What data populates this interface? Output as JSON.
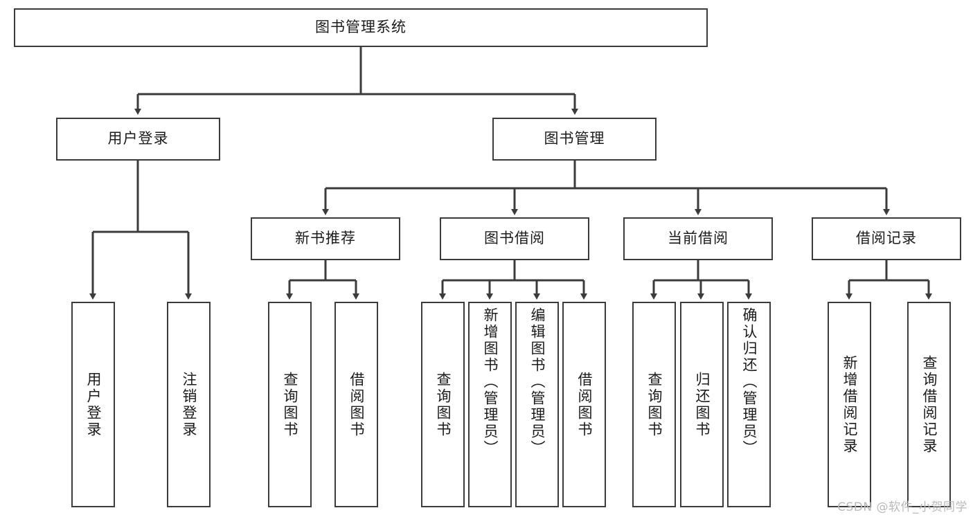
{
  "diagram": {
    "type": "tree-hierarchy",
    "title": "图书管理系统",
    "watermark": "CSDN @软件_小贺同学",
    "colors": {
      "box_border": "#3b3b3b",
      "connector": "#3b3b3b",
      "text": "#1b1b1b",
      "background": "#ffffff",
      "watermark": "#b9b9b9"
    },
    "root": {
      "label": "图书管理系统",
      "orientation": "horizontal"
    },
    "level2": [
      {
        "label": "用户登录",
        "orientation": "horizontal"
      },
      {
        "label": "图书管理",
        "orientation": "horizontal"
      }
    ],
    "level3": [
      {
        "label": "新书推荐",
        "orientation": "horizontal"
      },
      {
        "label": "图书借阅",
        "orientation": "horizontal"
      },
      {
        "label": "当前借阅",
        "orientation": "horizontal"
      },
      {
        "label": "借阅记录",
        "orientation": "horizontal"
      }
    ],
    "leaves": {
      "user_login": [
        {
          "label": "用户登录",
          "orientation": "vertical"
        },
        {
          "label": "注销登录",
          "orientation": "vertical"
        }
      ],
      "new_book_recommend": [
        {
          "label": "查询图书",
          "orientation": "vertical"
        },
        {
          "label": "借阅图书",
          "orientation": "vertical"
        }
      ],
      "book_borrow": [
        {
          "label": "查询图书",
          "orientation": "vertical"
        },
        {
          "label": "新增图书（管理员）",
          "orientation": "vertical"
        },
        {
          "label": "编辑图书（管理员）",
          "orientation": "vertical"
        },
        {
          "label": "借阅图书",
          "orientation": "vertical"
        }
      ],
      "current_borrow": [
        {
          "label": "查询图书",
          "orientation": "vertical"
        },
        {
          "label": "归还图书",
          "orientation": "vertical"
        },
        {
          "label": "确认归还（管理员）",
          "orientation": "vertical"
        }
      ],
      "borrow_record": [
        {
          "label": "新增借阅记录",
          "orientation": "vertical"
        },
        {
          "label": "查询借阅记录",
          "orientation": "vertical"
        }
      ]
    }
  }
}
